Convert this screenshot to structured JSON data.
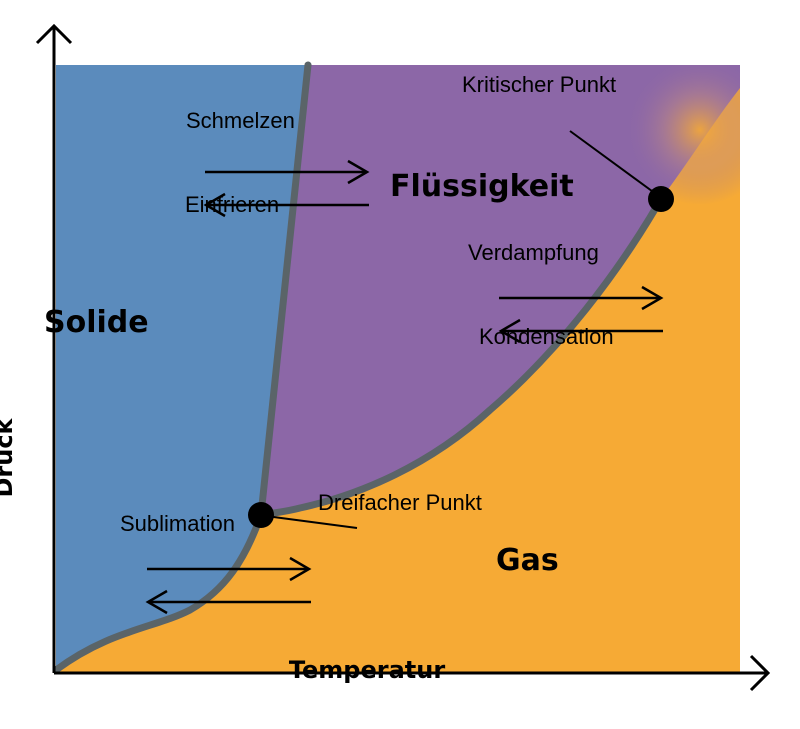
{
  "axes": {
    "x_label": "Temperatur",
    "y_label": "Druck"
  },
  "phases": {
    "solid": "Solide",
    "liquid": "Flüssigkeit",
    "gas": "Gas"
  },
  "points": {
    "critical": "Kritischer Punkt",
    "triple": "Dreifacher Punkt"
  },
  "transitions": {
    "melting": "Schmelzen",
    "freezing": "Einfrieren",
    "vaporization": "Verdampfung",
    "condensation": "Kondensation",
    "sublimation": "Sublimation"
  },
  "colors": {
    "solid": "#5b8bbc",
    "liquid": "#8c67a7",
    "gas": "#f6aa35",
    "boundary": "#5a6468",
    "axis": "#000000"
  }
}
